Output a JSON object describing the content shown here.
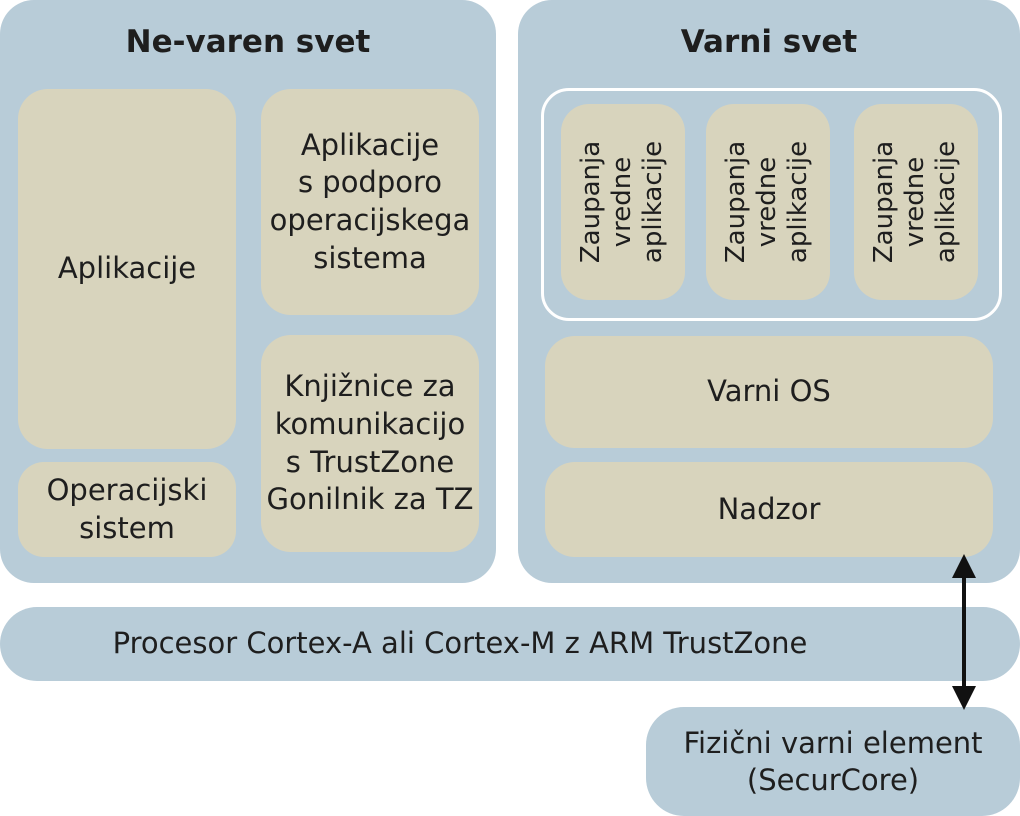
{
  "nonsecure": {
    "title": "Ne-varen svet",
    "apps": "Aplikacije",
    "os_apps": "Aplikacije\ns podporo\noperacijskega\nsistema",
    "os": "Operacijski\nsistem",
    "libs": "Knjižnice za\nkomunikacijo\ns TrustZone\nGonilnik za TZ"
  },
  "secure": {
    "title": "Varni svet",
    "trusted_apps": [
      "Zaupanja\nvredne\naplikacije",
      "Zaupanja\nvredne\naplikacije",
      "Zaupanja\nvredne\naplikacije"
    ],
    "secure_os": "Varni OS",
    "monitor": "Nadzor"
  },
  "processor": "Procesor Cortex-A ali Cortex-M z ARM TrustZone",
  "element": "Fizični varni element\n(SecurCore)",
  "colors": {
    "panel": "#b8ccd8",
    "box": "#d8d4bd"
  }
}
